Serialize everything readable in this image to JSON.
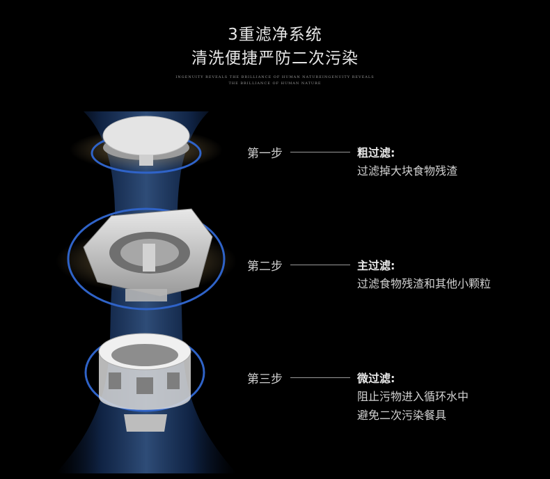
{
  "header": {
    "title_line1": "3重滤净系统",
    "title_line2": "清洗便捷严防二次污染",
    "tagline_line1": "INGENUITY REVEALS THE BRILLIANCE OF HUMAN NATUREINGENUITY REVEALS",
    "tagline_line2": "THE BRILLIANCE OF HUMAN NATURE"
  },
  "steps": [
    {
      "label": "第一步",
      "title": "粗过滤:",
      "desc": [
        "过滤掉大块食物残渣"
      ]
    },
    {
      "label": "第二步",
      "title": "主过滤:",
      "desc": [
        "过滤食物残渣和其他小颗粒"
      ]
    },
    {
      "label": "第三步",
      "title": "微过滤:",
      "desc": [
        "阻止污物进入循环水中",
        "避免二次污染餐具"
      ]
    }
  ],
  "colors": {
    "background": "#000000",
    "ring_blue": "#2f63c8",
    "sediment": "#b79a62",
    "filter_grey": "#c9c9c9"
  }
}
